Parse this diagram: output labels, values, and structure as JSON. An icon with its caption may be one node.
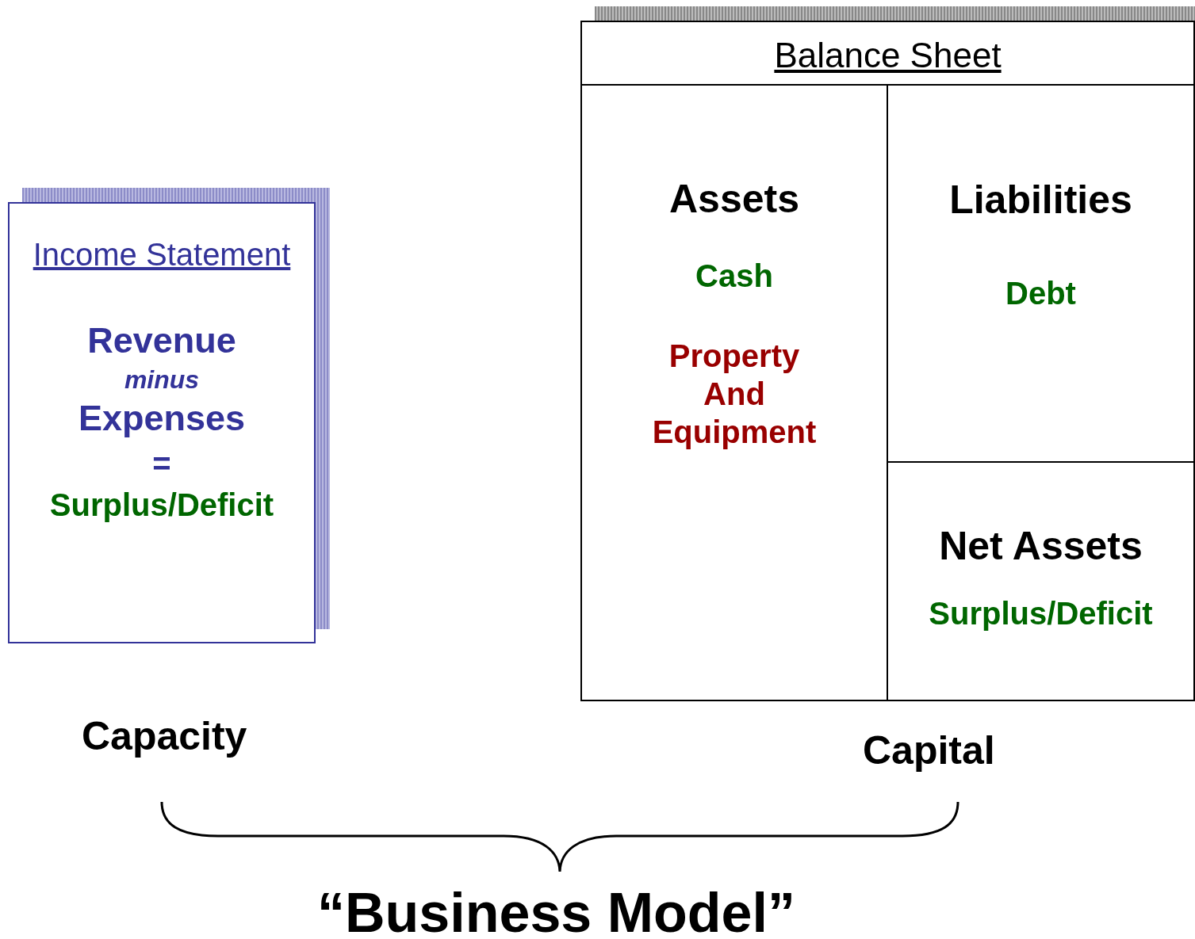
{
  "diagram": {
    "nodes": [
      {
        "text": [
          "Income Statement",
          "Revenue",
          "minus",
          "Expenses",
          "=",
          "Surplus/Deficit"
        ]
      },
      {
        "text": [
          "Balance Sheet"
        ]
      },
      {
        "text": [
          "Assets",
          "Cash",
          "Property And Equipment"
        ],
        "in": 1
      },
      {
        "text": [
          "Liabilities",
          "Debt"
        ],
        "in": 1
      },
      {
        "text": [
          "Net Assets",
          "Surplus/Deficit"
        ],
        "in": 1
      }
    ],
    "edges": [],
    "labels": [
      "Capacity",
      "Capital",
      "“Business Model”"
    ]
  }
}
